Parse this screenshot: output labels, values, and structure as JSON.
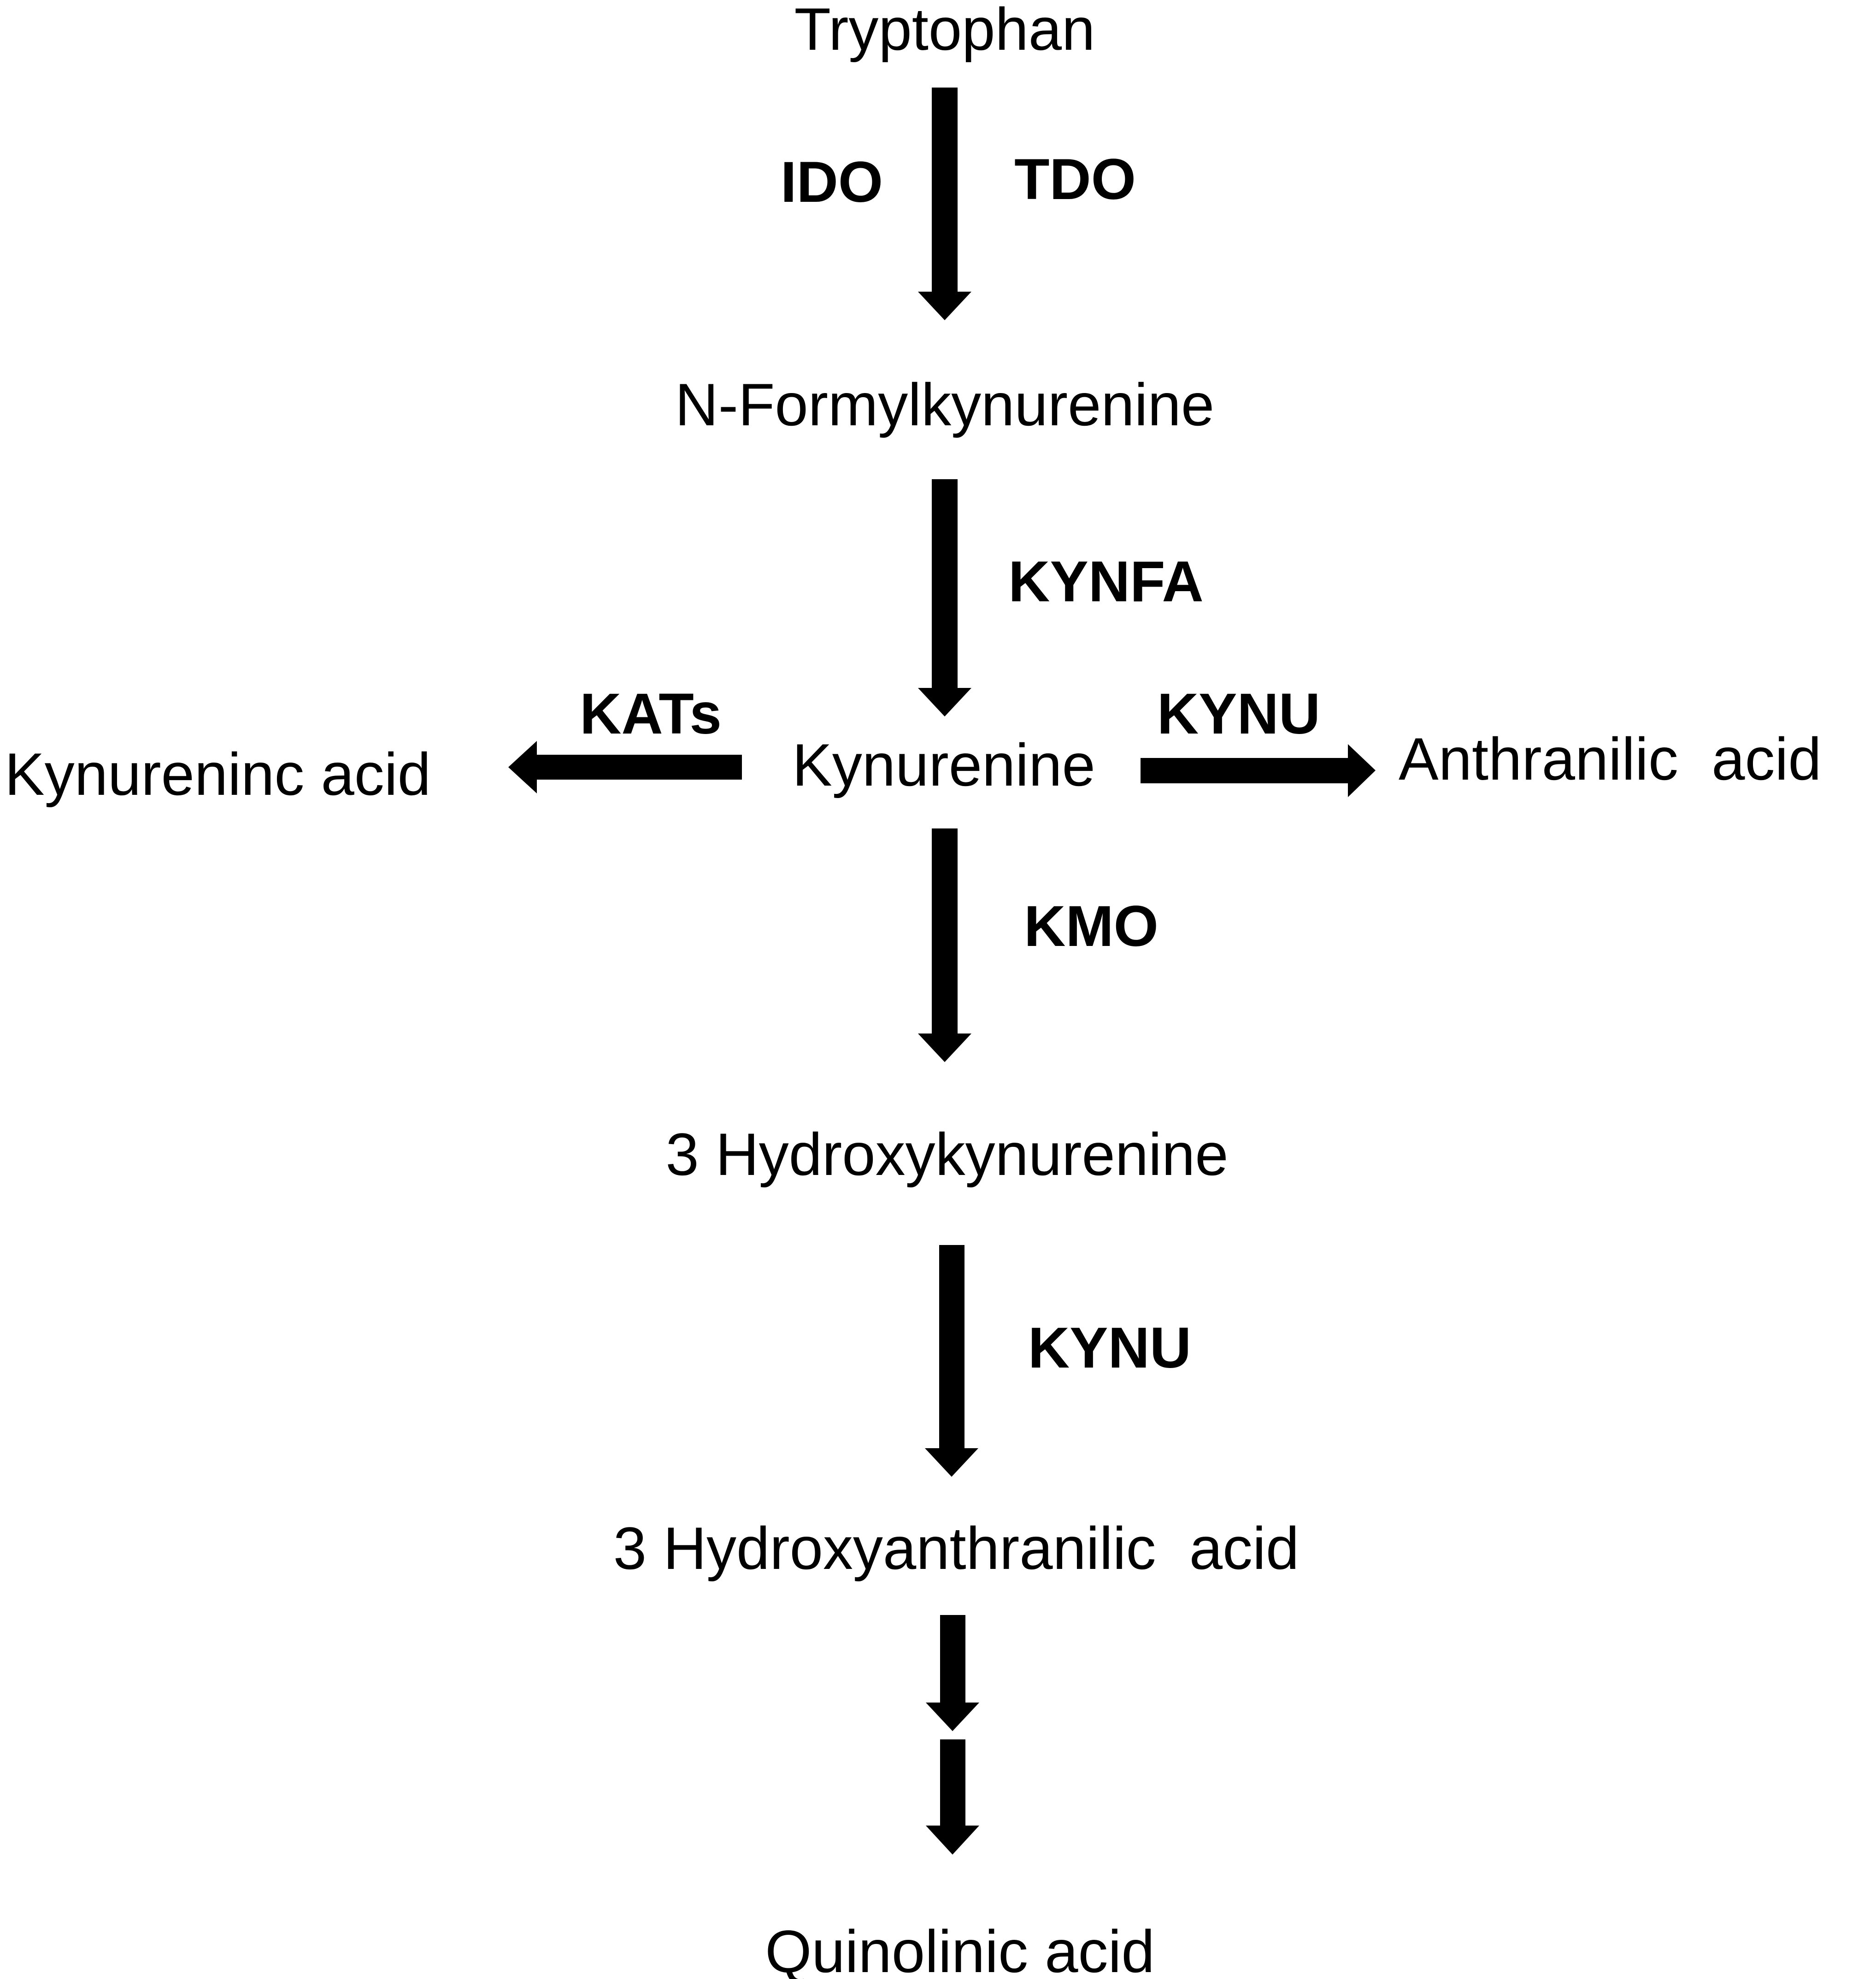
{
  "compounds": {
    "tryptophan": "Tryptophan",
    "n_formylkynurenine": "N-Formylkynurenine",
    "kynurenine": "Kynurenine",
    "kynurenic_acid": "Kynureninc acid",
    "anthranilic_acid": "Anthranilic  acid",
    "hydroxykynurenine": "3 Hydroxykynurenine",
    "hydroxyanthranilic_acid": "3 Hydroxyanthranilic  acid",
    "quinolinic_acid": "Quinolinic acid"
  },
  "enzymes": {
    "ido": "IDO",
    "tdo": "TDO",
    "kynfa": "KYNFA",
    "kats": "KATs",
    "kynu_anthranilic": "KYNU",
    "kmo": "KMO",
    "kynu_hydroxy": "KYNU"
  },
  "colors": {
    "ink": "#000000",
    "background": "#ffffff"
  }
}
